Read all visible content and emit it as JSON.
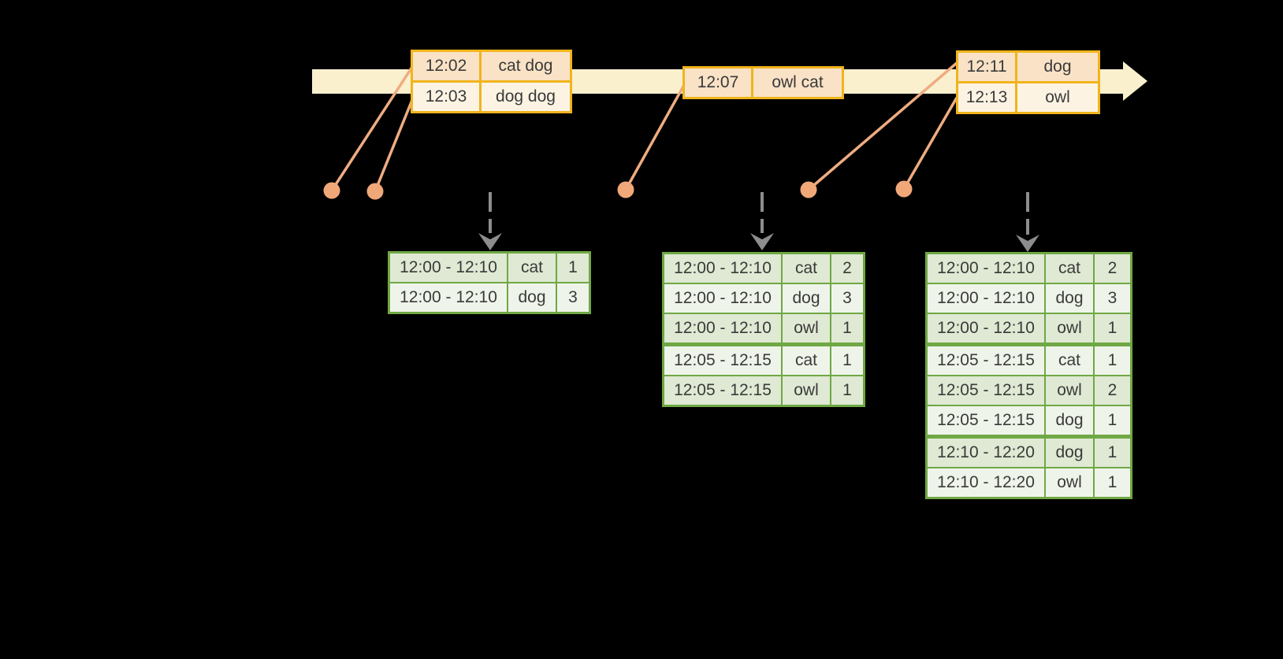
{
  "palette": {
    "background": "#000000",
    "timeline_fill": "#FAF0CE",
    "event_table_border": "#F0B41C",
    "event_row_dark": "#F9E2C6",
    "event_row_light": "#FCF3E3",
    "connector_line": "#EFAC81",
    "event_dot": "#F0A878",
    "trigger_arrow": "#8D8D8D",
    "result_table_border": "#6FA844",
    "result_row_dark": "#DFE9D3",
    "result_row_light": "#EFF4EA",
    "text": "#3A3A3A"
  },
  "event_tables": [
    {
      "rows": [
        [
          "12:02",
          "cat dog"
        ],
        [
          "12:03",
          "dog dog"
        ]
      ]
    },
    {
      "rows": [
        [
          "12:07",
          "owl cat"
        ]
      ]
    },
    {
      "rows": [
        [
          "12:11",
          "dog"
        ],
        [
          "12:13",
          "owl"
        ]
      ]
    }
  ],
  "result_tables": [
    {
      "rows": [
        [
          "12:00 - 12:10",
          "cat",
          "1"
        ],
        [
          "12:00 - 12:10",
          "dog",
          "3"
        ]
      ]
    },
    {
      "rows": [
        [
          "12:00 - 12:10",
          "cat",
          "2"
        ],
        [
          "12:00 - 12:10",
          "dog",
          "3"
        ],
        [
          "12:00 - 12:10",
          "owl",
          "1"
        ],
        [
          "12:05 - 12:15",
          "cat",
          "1"
        ],
        [
          "12:05 - 12:15",
          "owl",
          "1"
        ]
      ]
    },
    {
      "rows": [
        [
          "12:00 - 12:10",
          "cat",
          "2"
        ],
        [
          "12:00 - 12:10",
          "dog",
          "3"
        ],
        [
          "12:00 - 12:10",
          "owl",
          "1"
        ],
        [
          "12:05 - 12:15",
          "cat",
          "1"
        ],
        [
          "12:05 - 12:15",
          "owl",
          "2"
        ],
        [
          "12:05 - 12:15",
          "dog",
          "1"
        ],
        [
          "12:10 - 12:20",
          "dog",
          "1"
        ],
        [
          "12:10 - 12:20",
          "owl",
          "1"
        ]
      ]
    }
  ]
}
